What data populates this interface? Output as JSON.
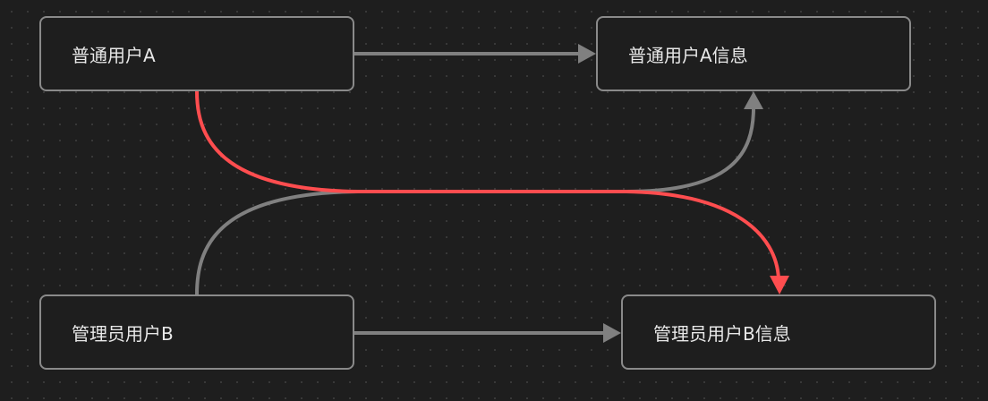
{
  "nodes": {
    "user_a": "普通用户A",
    "user_a_info": "普通用户A信息",
    "admin_b": "管理员用户B",
    "admin_b_info": "管理员用户B信息"
  },
  "edges": [
    {
      "from": "普通用户A",
      "to": "普通用户A信息",
      "color": "#808080"
    },
    {
      "from": "管理员用户B",
      "to": "管理员用户B信息",
      "color": "#808080"
    },
    {
      "from": "管理员用户B",
      "to": "普通用户A信息",
      "color": "#808080"
    },
    {
      "from": "普通用户A",
      "to": "管理员用户B信息",
      "color": "#ff4d4f"
    }
  ],
  "colors": {
    "background": "#1e1e1e",
    "node_border": "#8a8a8a",
    "edge_default": "#808080",
    "edge_highlight": "#ff4d4f"
  }
}
